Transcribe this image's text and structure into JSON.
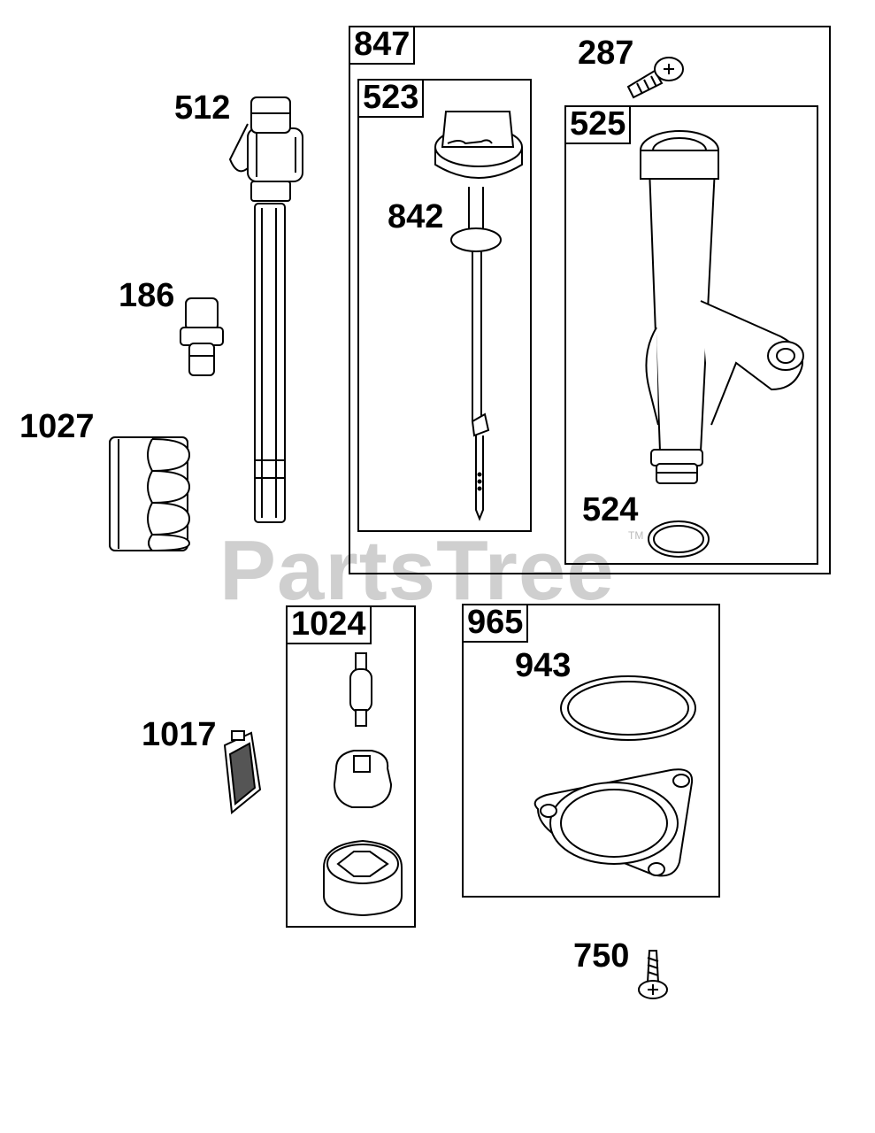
{
  "watermark": {
    "text": "PartsTree",
    "tm": "TM"
  },
  "boxes": {
    "b847": "847",
    "b523": "523",
    "b525": "525",
    "b1024": "1024",
    "b965": "965"
  },
  "labels": {
    "p512": "512",
    "p186": "186",
    "p1027": "1027",
    "p1017": "1017",
    "p287": "287",
    "p842": "842",
    "p524": "524",
    "p943": "943",
    "p750": "750"
  }
}
